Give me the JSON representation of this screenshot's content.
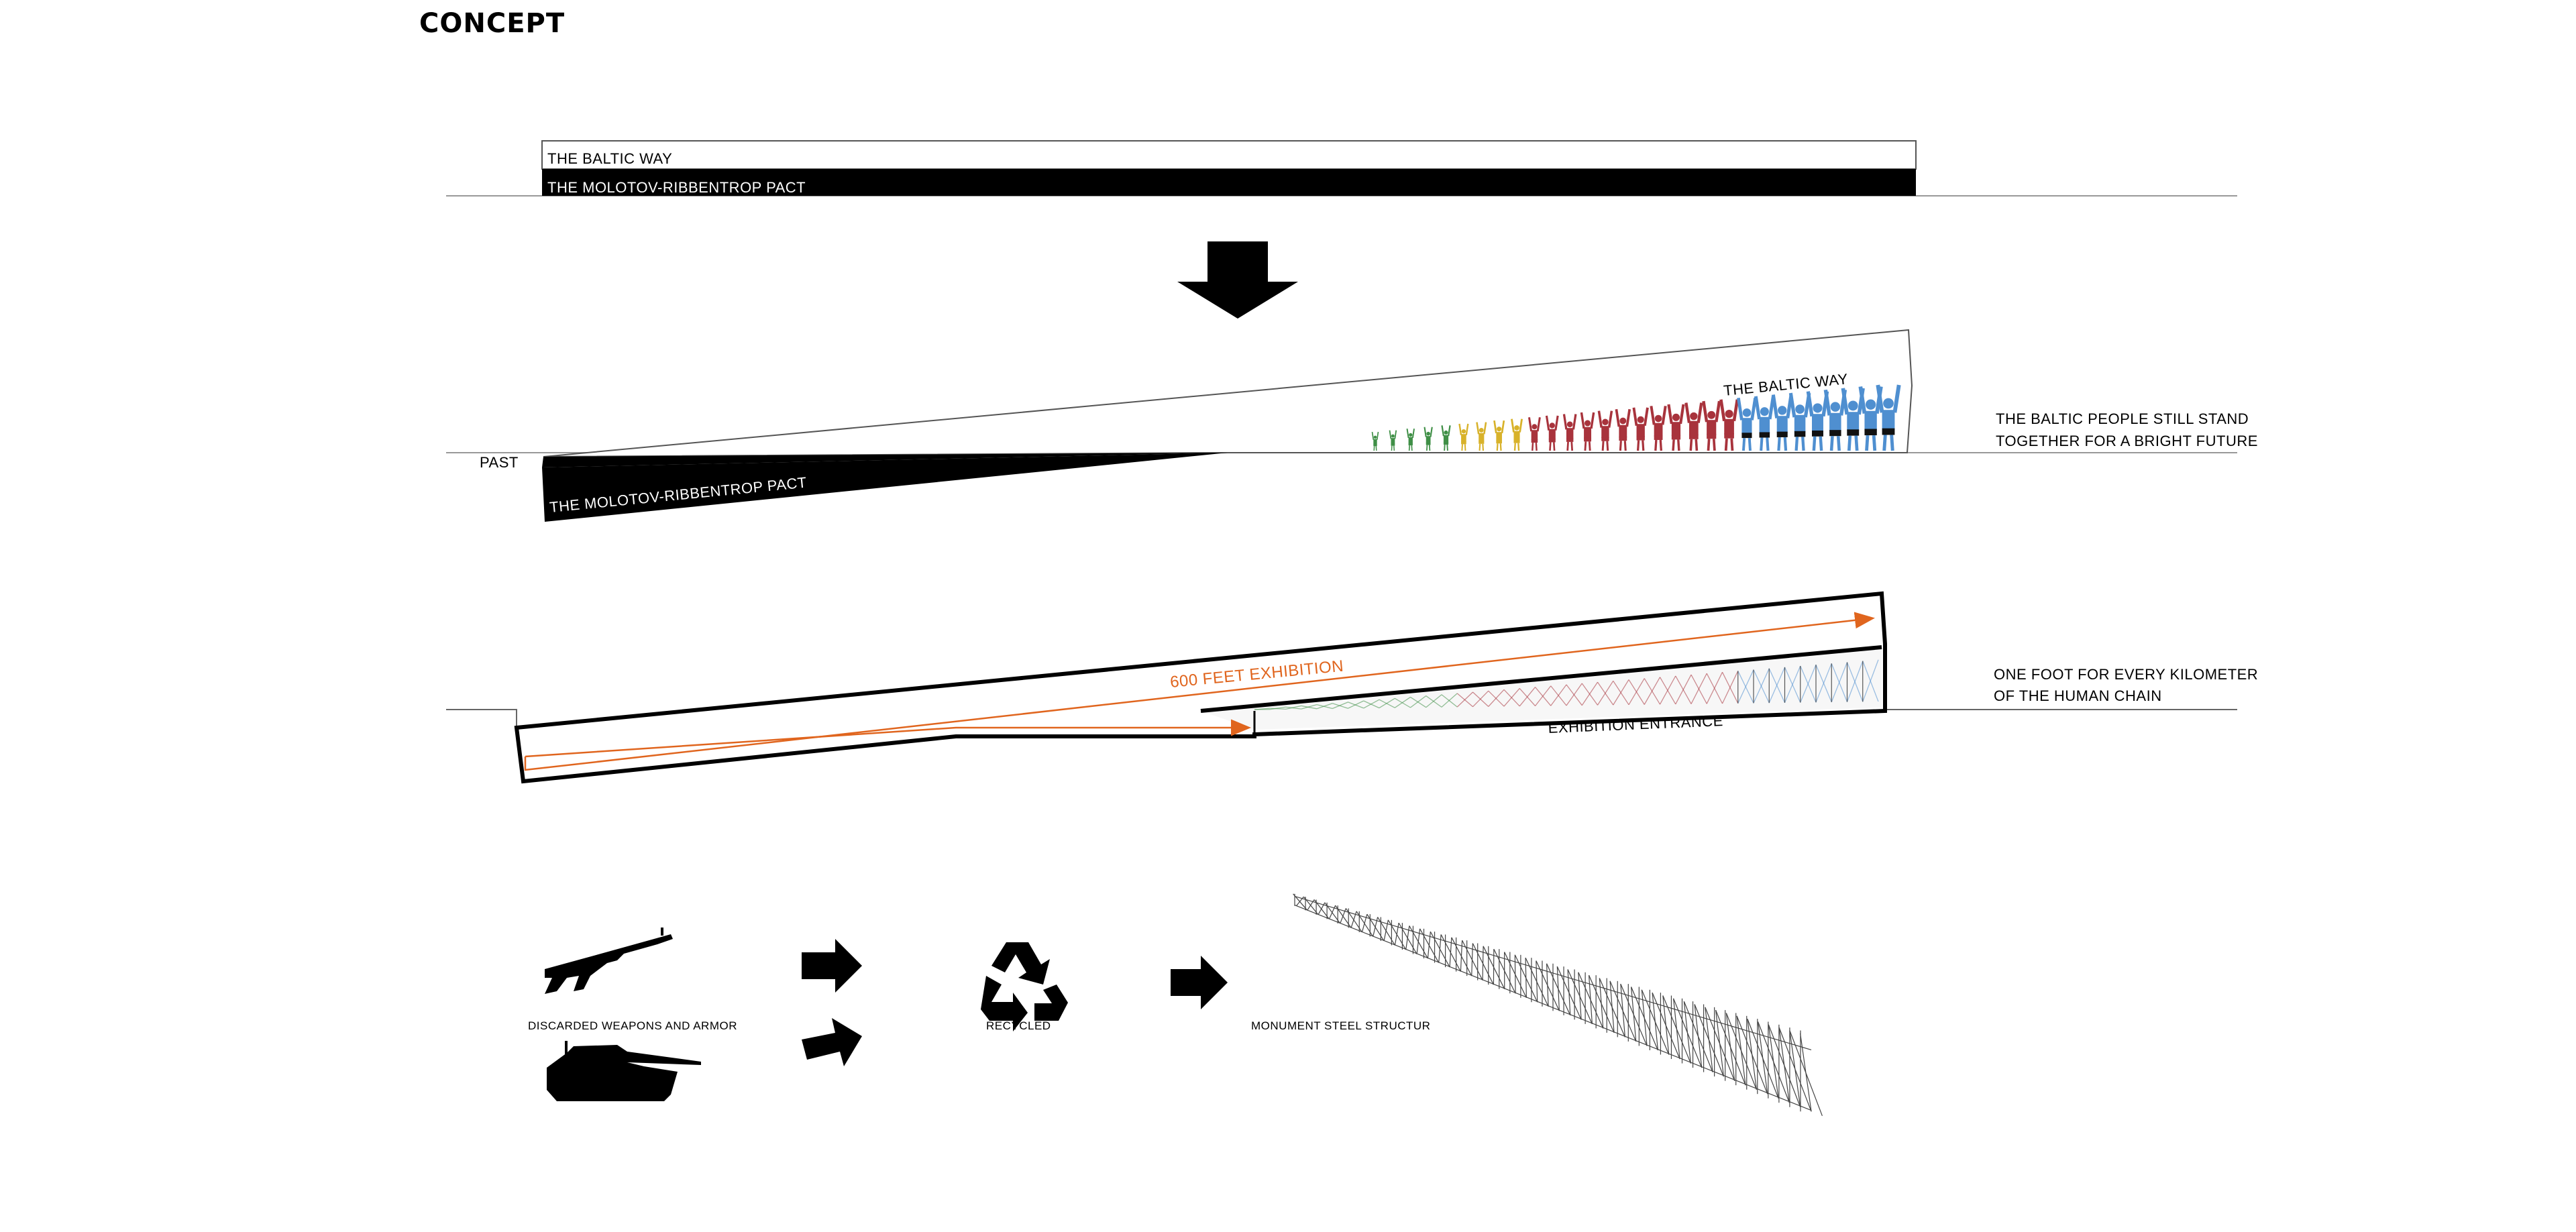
{
  "title": "CONCEPT",
  "colors": {
    "ink": "#000000",
    "accent_orange": "#e0651e",
    "figure_blue": "#4f8fd0",
    "figure_red": "#a8333c",
    "figure_green": "#3f8f46",
    "figure_yellow": "#d8b22a"
  },
  "stage1": {
    "upper_bar_label": "THE BALTIC WAY",
    "lower_bar_label": "THE MOLOTOV-RIBBENTROP PACT"
  },
  "stage2": {
    "past_label": "PAST",
    "upper_bar_label": "THE BALTIC WAY",
    "lower_bar_label": "THE MOLOTOV-RIBBENTROP PACT",
    "note_line1": "THE BALTIC PEOPLE STILL STAND",
    "note_line2": "TOGETHER FOR A BRIGHT FUTURE"
  },
  "stage3": {
    "exhibition_label": "600 FEET EXHIBITION",
    "entrance_label": "EXHIBITION  ENTRANCE",
    "note_line1": "ONE FOOT FOR EVERY KILOMETER",
    "note_line2": "OF THE HUMAN CHAIN"
  },
  "stage4": {
    "weapons_label": "DISCARDED WEAPONS AND ARMOR",
    "recycled_label": "RECYCLED",
    "structure_label": "MONUMENT STEEL STRUCTUR",
    "icons": [
      "rifle-icon",
      "tank-icon",
      "arrow-right-icon",
      "recycle-icon",
      "steel-structure-icon"
    ]
  }
}
